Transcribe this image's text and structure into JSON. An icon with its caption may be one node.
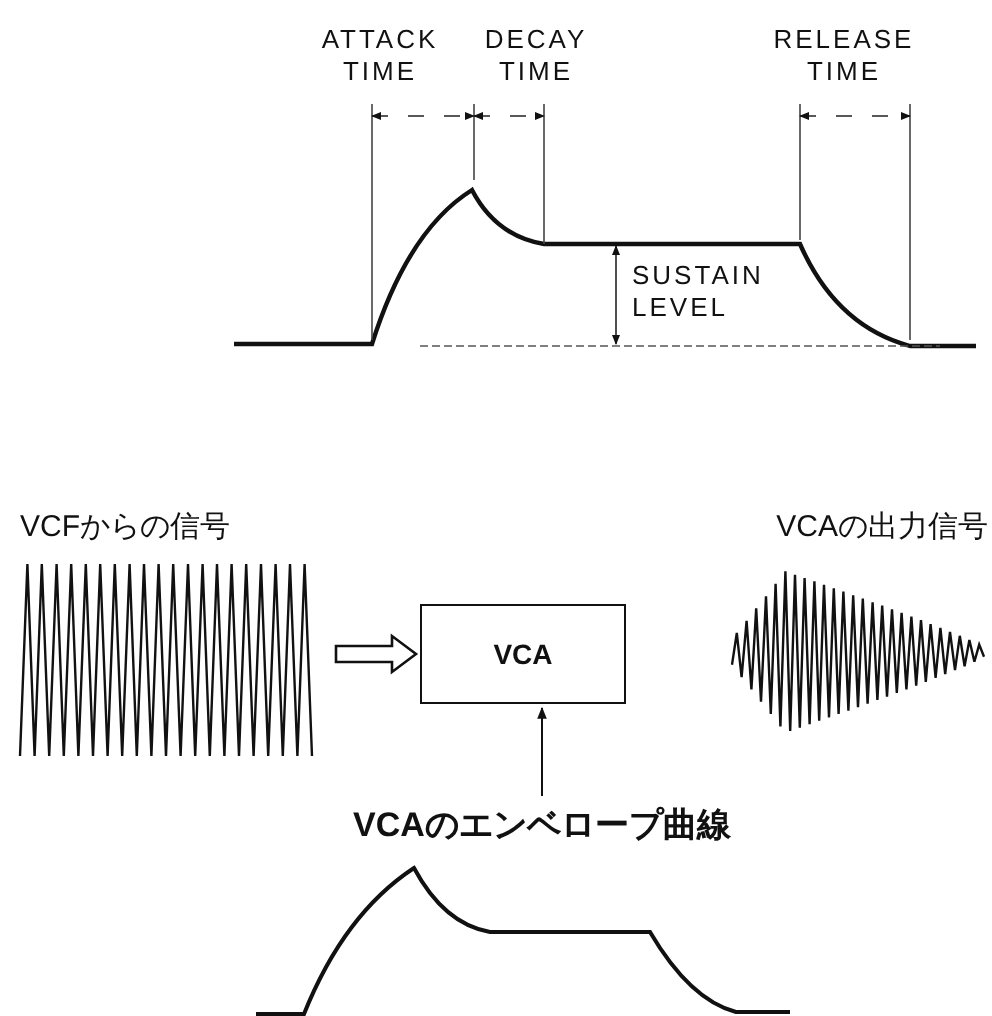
{
  "diagram": {
    "nodes": [
      {
        "text": [
          "VCFからの信号"
        ]
      },
      {
        "text": [
          "VCA"
        ]
      },
      {
        "text": [
          "VCAの出力信号"
        ]
      },
      {
        "text": [
          "VCAのエンベロープ曲線"
        ]
      }
    ],
    "edges": [
      {
        "from": 0,
        "to": 1,
        "arrow": "to"
      },
      {
        "from": 3,
        "to": 1,
        "arrow": "to"
      }
    ],
    "labels": [
      "ATTACK TIME",
      "DECAY TIME",
      "RELEASE TIME",
      "SUSTAIN LEVEL"
    ]
  }
}
